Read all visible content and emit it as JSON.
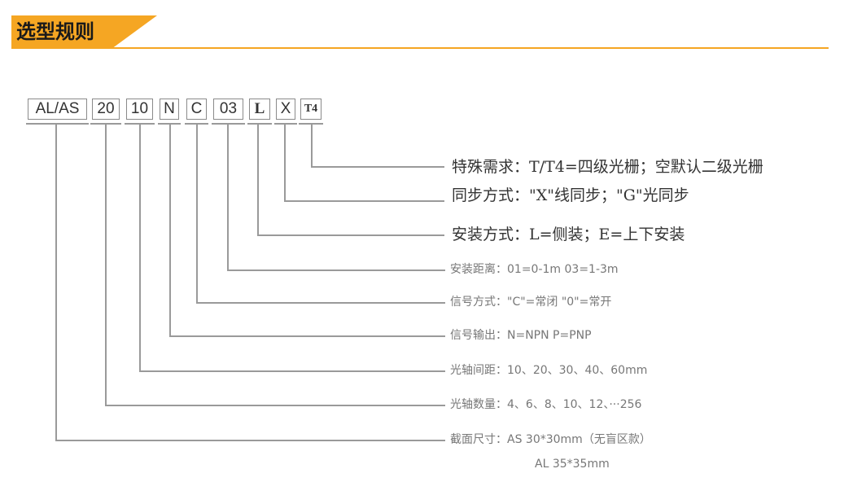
{
  "header": {
    "title": "选型规则",
    "accent_color": "#F5A623"
  },
  "code_segments": [
    {
      "label": "AL/AS"
    },
    {
      "label": "20"
    },
    {
      "label": "10"
    },
    {
      "label": "N"
    },
    {
      "label": "C"
    },
    {
      "label": "03"
    },
    {
      "label": "L"
    },
    {
      "label": "X"
    },
    {
      "label": "T4"
    }
  ],
  "descriptions": {
    "special": "特殊需求：T/T4=四级光栅；空默认二级光栅",
    "sync": "同步方式：\"X\"线同步；\"G\"光同步",
    "mount": "安装方式：L=侧装；E=上下安装",
    "distance": "安装距离：01=0-1m  03=1-3m",
    "signal_mode": "信号方式：\"C\"=常闭  \"0\"=常开",
    "signal_output": "信号输出：N=NPN  P=PNP",
    "axis_spacing": "光轴间距：10、20、30、40、60mm",
    "axis_count": "光轴数量：4、6、8、10、12、···256",
    "section_size": "截面尺寸：AS 30*30mm（无盲区款）",
    "section_size_2": "AL 35*35mm"
  }
}
